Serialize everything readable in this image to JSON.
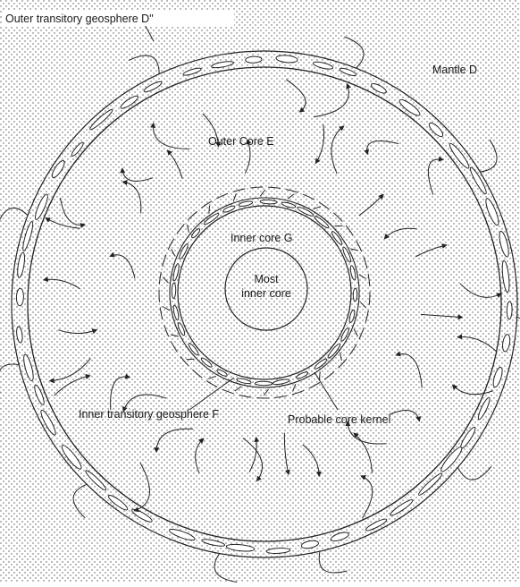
{
  "diagram": {
    "labels": {
      "outer_transitory": "Outer transitory geosphere D\"",
      "mantle": "Mantle D",
      "outer_core": "Outer Core E",
      "inner_core": "Inner core G",
      "most_inner_line1": "Most",
      "most_inner_line2": "inner core",
      "inner_transitory": "Inner transitory geosphere F",
      "core_kernel": "Probable core kernel"
    },
    "colors": {
      "ink": "#222222",
      "stipple": "#555555",
      "background": "#ffffff"
    },
    "shading": "stippled"
  }
}
